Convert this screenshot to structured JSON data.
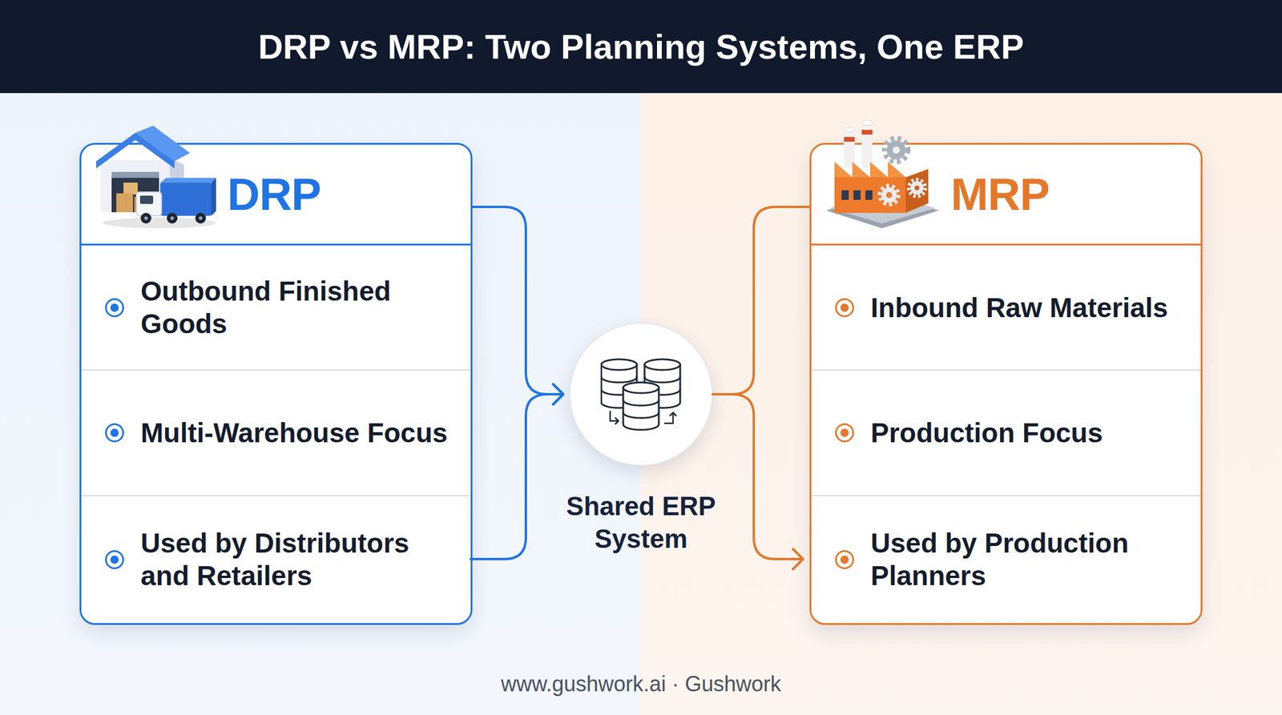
{
  "diagram": {
    "title": "DRP vs MRP: Two Planning Systems, One ERP",
    "nodes": [
      {
        "text": [
          "DRP"
        ]
      },
      {
        "text": [
          "Outbound Finished Goods"
        ],
        "in": 0
      },
      {
        "text": [
          "Multi-Warehouse Focus"
        ],
        "in": 0
      },
      {
        "text": [
          "Used by Distributors and Retailers"
        ],
        "in": 0
      },
      {
        "text": [
          "Shared ERP System"
        ]
      },
      {
        "text": [
          "MRP"
        ]
      },
      {
        "text": [
          "Inbound Raw Materials"
        ],
        "in": 5
      },
      {
        "text": [
          "Production Focus"
        ],
        "in": 5
      },
      {
        "text": [
          "Used by Production Planners"
        ],
        "in": 5
      }
    ],
    "edges": [
      {
        "from": 0,
        "to": 4,
        "arrow": "to"
      },
      {
        "from": 3,
        "to": 4,
        "arrow": "to"
      },
      {
        "from": 4,
        "to": 5,
        "arrow": "none"
      },
      {
        "from": 4,
        "to": 8,
        "arrow": "to"
      }
    ],
    "labels": [
      "www.gushwork.ai · Gushwork"
    ]
  }
}
